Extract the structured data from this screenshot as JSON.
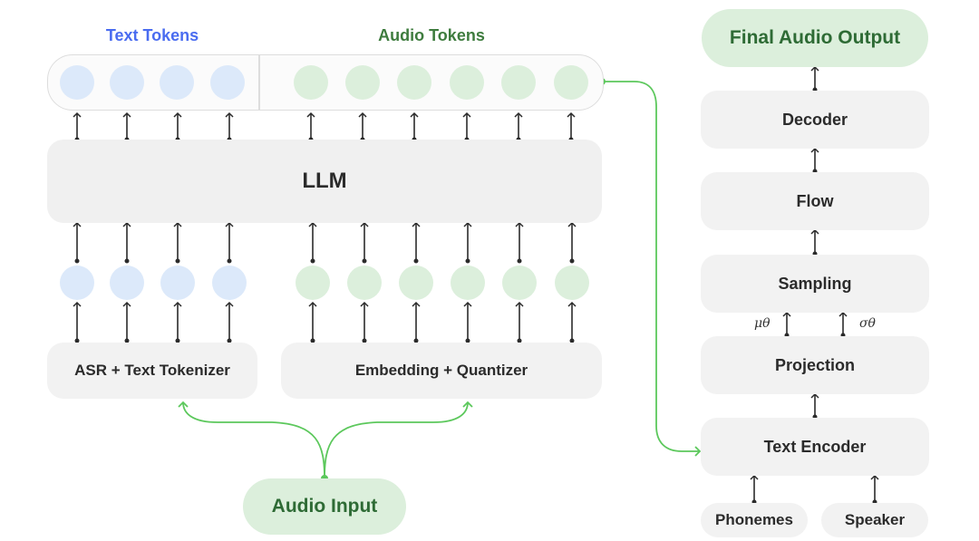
{
  "headers": {
    "text_tokens": "Text Tokens",
    "audio_tokens": "Audio Tokens",
    "text_color": "#4a6cf0",
    "audio_color": "#3e7c3e"
  },
  "llm": {
    "label": "LLM"
  },
  "encoders": {
    "text": "ASR + Text Tokenizer",
    "audio": "Embedding + Quantizer"
  },
  "input": {
    "label": "Audio Input"
  },
  "pipeline": {
    "output": "Final Audio Output",
    "decoder": "Decoder",
    "flow": "Flow",
    "sampling": "Sampling",
    "mu": "μθ",
    "sigma": "σθ",
    "projection": "Projection",
    "text_encoder": "Text Encoder",
    "phonemes": "Phonemes",
    "speaker": "Speaker"
  },
  "colors": {
    "text_token": "#dce9fa",
    "audio_token": "#dcefdc",
    "box": "#f2f2f2",
    "connector": "#5cc85c",
    "arrow": "#2b2b2b"
  }
}
